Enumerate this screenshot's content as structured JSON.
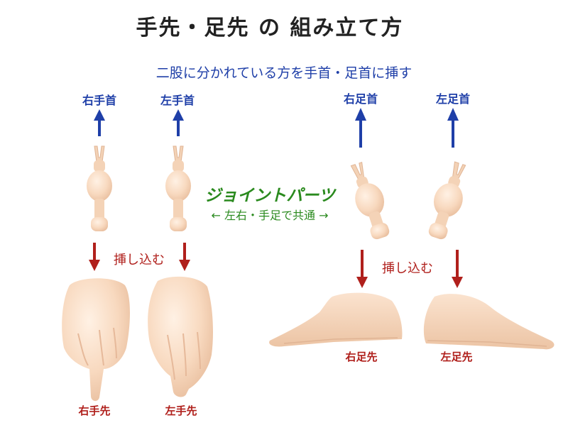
{
  "title": "手先・足先 の 組み立て方",
  "instruction": "二股に分かれている方を手首・足首に挿す",
  "joint": {
    "title": "ジョイントパーツ",
    "note": "← 左右・手足で共通 →"
  },
  "targets": {
    "right_wrist": "右手首",
    "left_wrist": "左手首",
    "right_ankle": "右足首",
    "left_ankle": "左足首"
  },
  "insert_label_hands": "挿し込む",
  "insert_label_feet": "挿し込む",
  "parts": {
    "right_hand": "右手先",
    "left_hand": "左手先",
    "right_foot": "右足先",
    "left_foot": "左足先"
  },
  "colors": {
    "title": "#222222",
    "instruction": "#1f3fa8",
    "up_arrow": "#1f3fa8",
    "down_arrow": "#b0201c",
    "joint": "#2a8a1e",
    "skin": "#f8d9bf"
  }
}
